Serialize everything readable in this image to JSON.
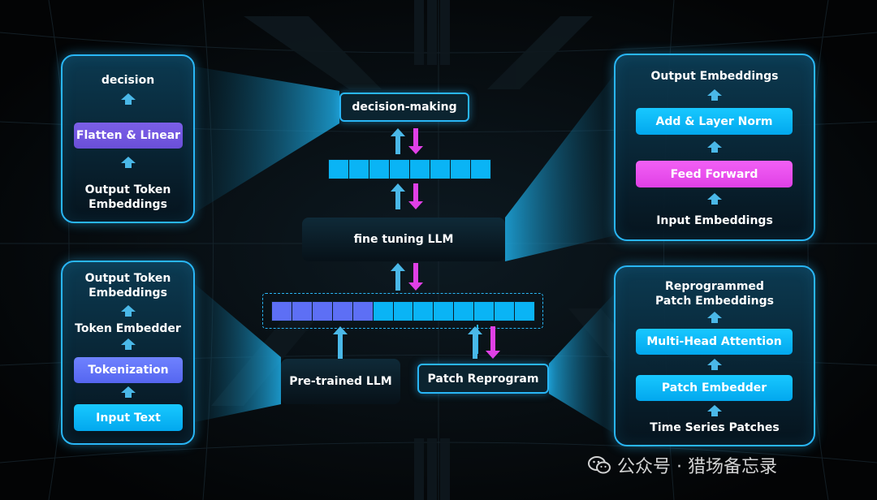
{
  "colors": {
    "accent": "#29b6f6",
    "cyan_block": "#0ab4f5",
    "purple_block": "#6f55e0",
    "blue_block": "#5d6ff5",
    "magenta_block": "#ea4cf0",
    "up_arrow": "#4ab8e8",
    "down_arrow": "#e040e6"
  },
  "panel_decision": {
    "title": "decision",
    "block": "Flatten & Linear",
    "bottom_line1": "Output Token",
    "bottom_line2": "Embeddings"
  },
  "panel_text": {
    "top_line1": "Output Token",
    "top_line2": "Embeddings",
    "label": "Token Embedder",
    "block_tokenization": "Tokenization",
    "block_input": "Input Text"
  },
  "panel_transformer": {
    "title": "Output Embeddings",
    "block_norm": "Add & Layer Norm",
    "block_ff": "Feed Forward",
    "bottom": "Input Embeddings"
  },
  "panel_patch": {
    "title_line1": "Reprogrammed",
    "title_line2": "Patch Embeddings",
    "block_attention": "Multi-Head Attention",
    "block_embedder": "Patch Embedder",
    "bottom": "Time Series Patches"
  },
  "center": {
    "decision_making": "decision-making",
    "fine_tuning": "fine tuning LLM",
    "pretrained": "Pre-trained LLM",
    "patch_reprogram": "Patch Reprogram",
    "top_cells": 8,
    "bottom_blue_cells": 5,
    "bottom_cyan_cells": 8
  },
  "watermark": {
    "text": "公众号 · 猎场备忘录",
    "icon": "wechat-icon"
  }
}
